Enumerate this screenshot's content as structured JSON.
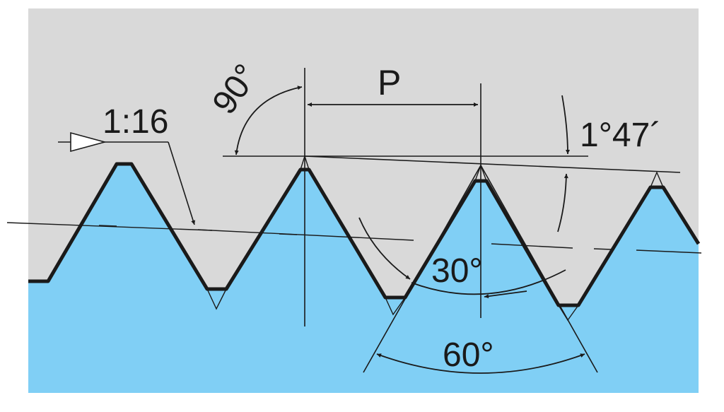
{
  "labels": {
    "taper": "1:16",
    "flank_angle_90": "90°",
    "pitch": "P",
    "taper_half_angle": "1°47´",
    "half_thread_angle": "30°",
    "thread_angle": "60°"
  },
  "colors": {
    "background_gray": "#d9d9d9",
    "thread_blue": "#80cff5",
    "line": "#1a1a1a"
  }
}
